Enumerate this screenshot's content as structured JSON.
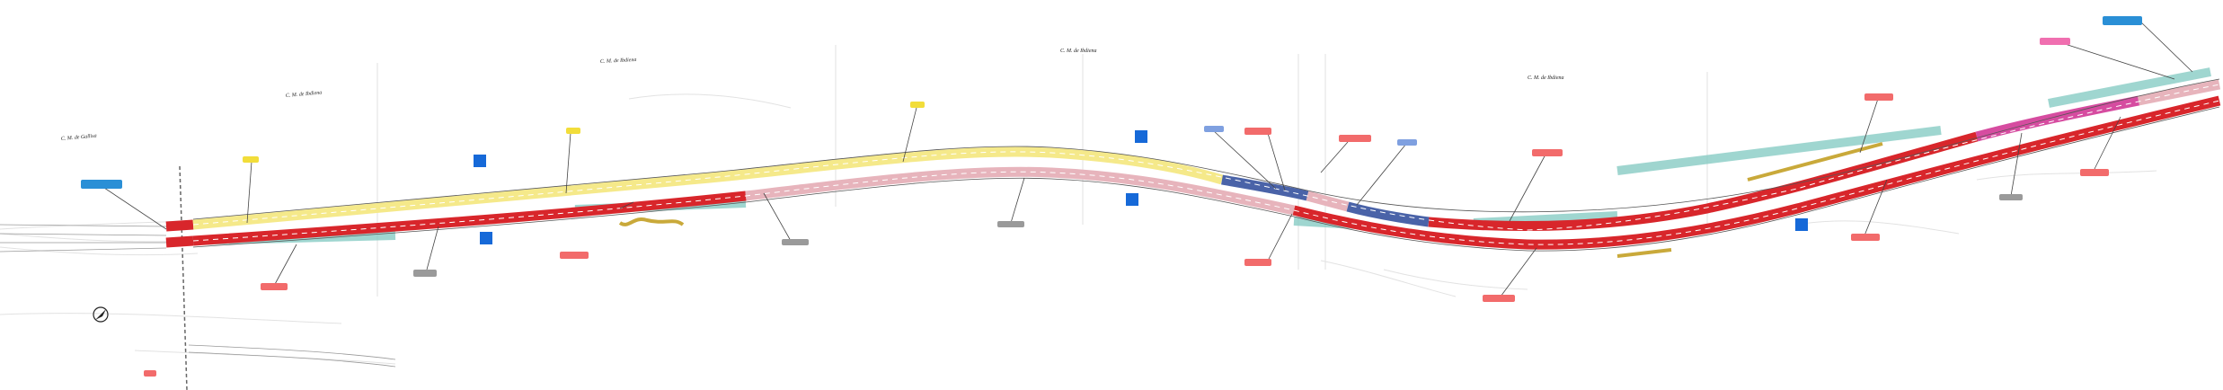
{
  "map": {
    "area_labels": [
      "C. M. de Gallisa",
      "C. M. de Ibdiena",
      "C. M. de Ibdiena",
      "C. M. de Ibdiena",
      "C. M. de Ibdiena"
    ],
    "colors": {
      "road_red": "#d8262b",
      "road_pink": "#e7b4bc",
      "road_yellow": "#f5e98a",
      "road_blue": "#4a63a8",
      "road_magenta": "#d64ca0",
      "shoulder_teal": "#7fc8c0",
      "tag_red": "#f26b6b",
      "tag_blue": "#2a8fd6",
      "tag_yellow": "#f2dd3a",
      "tag_grey": "#9a9a9a",
      "sign_blue": "#1669d8",
      "path_yellow": "#c9a93a",
      "grid": "#dddddd"
    },
    "icons": [
      "compass-icon"
    ]
  }
}
